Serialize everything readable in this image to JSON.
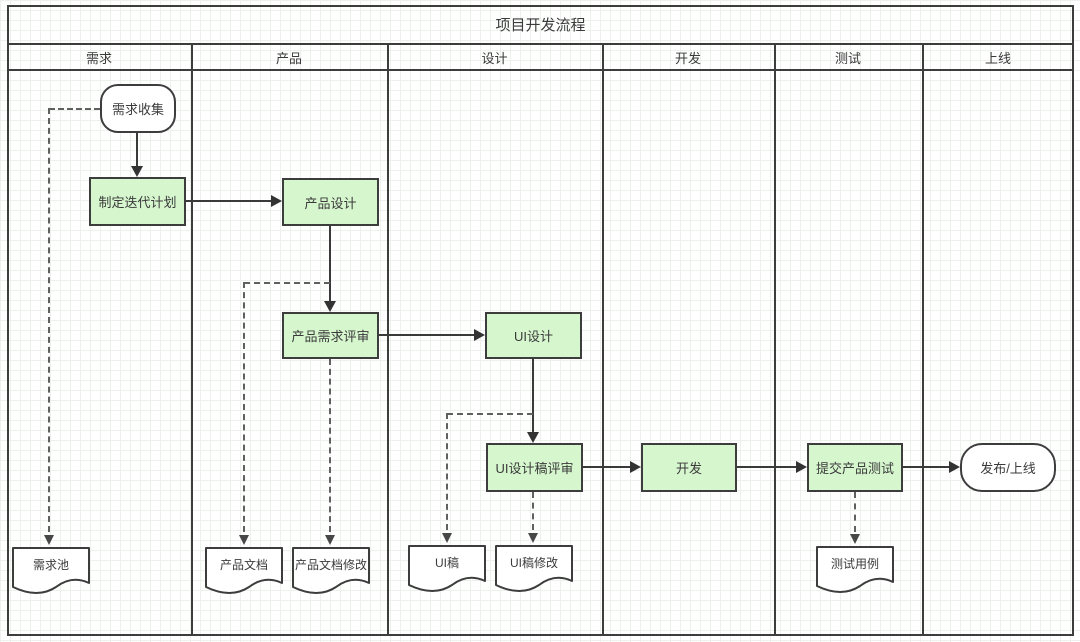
{
  "title": "项目开发流程",
  "lanes": [
    {
      "label": "需求"
    },
    {
      "label": "产品"
    },
    {
      "label": "设计"
    },
    {
      "label": "开发"
    },
    {
      "label": "测试"
    },
    {
      "label": "上线"
    }
  ],
  "nodes": {
    "collect": {
      "label": "需求收集",
      "type": "start"
    },
    "plan": {
      "label": "制定迭代计划",
      "type": "process"
    },
    "product_design": {
      "label": "产品设计",
      "type": "process"
    },
    "req_review": {
      "label": "产品需求评审",
      "type": "process"
    },
    "ui_design": {
      "label": "UI设计",
      "type": "process"
    },
    "ui_review": {
      "label": "UI设计稿评审",
      "type": "process"
    },
    "dev": {
      "label": "开发",
      "type": "process"
    },
    "submit_test": {
      "label": "提交产品测试",
      "type": "process"
    },
    "release": {
      "label": "发布/上线",
      "type": "end"
    },
    "req_pool": {
      "label": "需求池",
      "type": "document"
    },
    "prd_doc": {
      "label": "产品文档",
      "type": "document"
    },
    "prd_doc_edit": {
      "label": "产品文档修改",
      "type": "document"
    },
    "ui_draft": {
      "label": "UI稿",
      "type": "document"
    },
    "ui_draft_edit": {
      "label": "UI稿修改",
      "type": "document"
    },
    "test_case": {
      "label": "测试用例",
      "type": "document"
    }
  },
  "colors": {
    "process_fill": "#d6f6ce",
    "shape_stroke": "#3d3d3d",
    "solid_connector": "#3a3a3a",
    "dashed_connector": "#606060",
    "grid": "#edf1ec",
    "text": "#3b3b3b"
  }
}
